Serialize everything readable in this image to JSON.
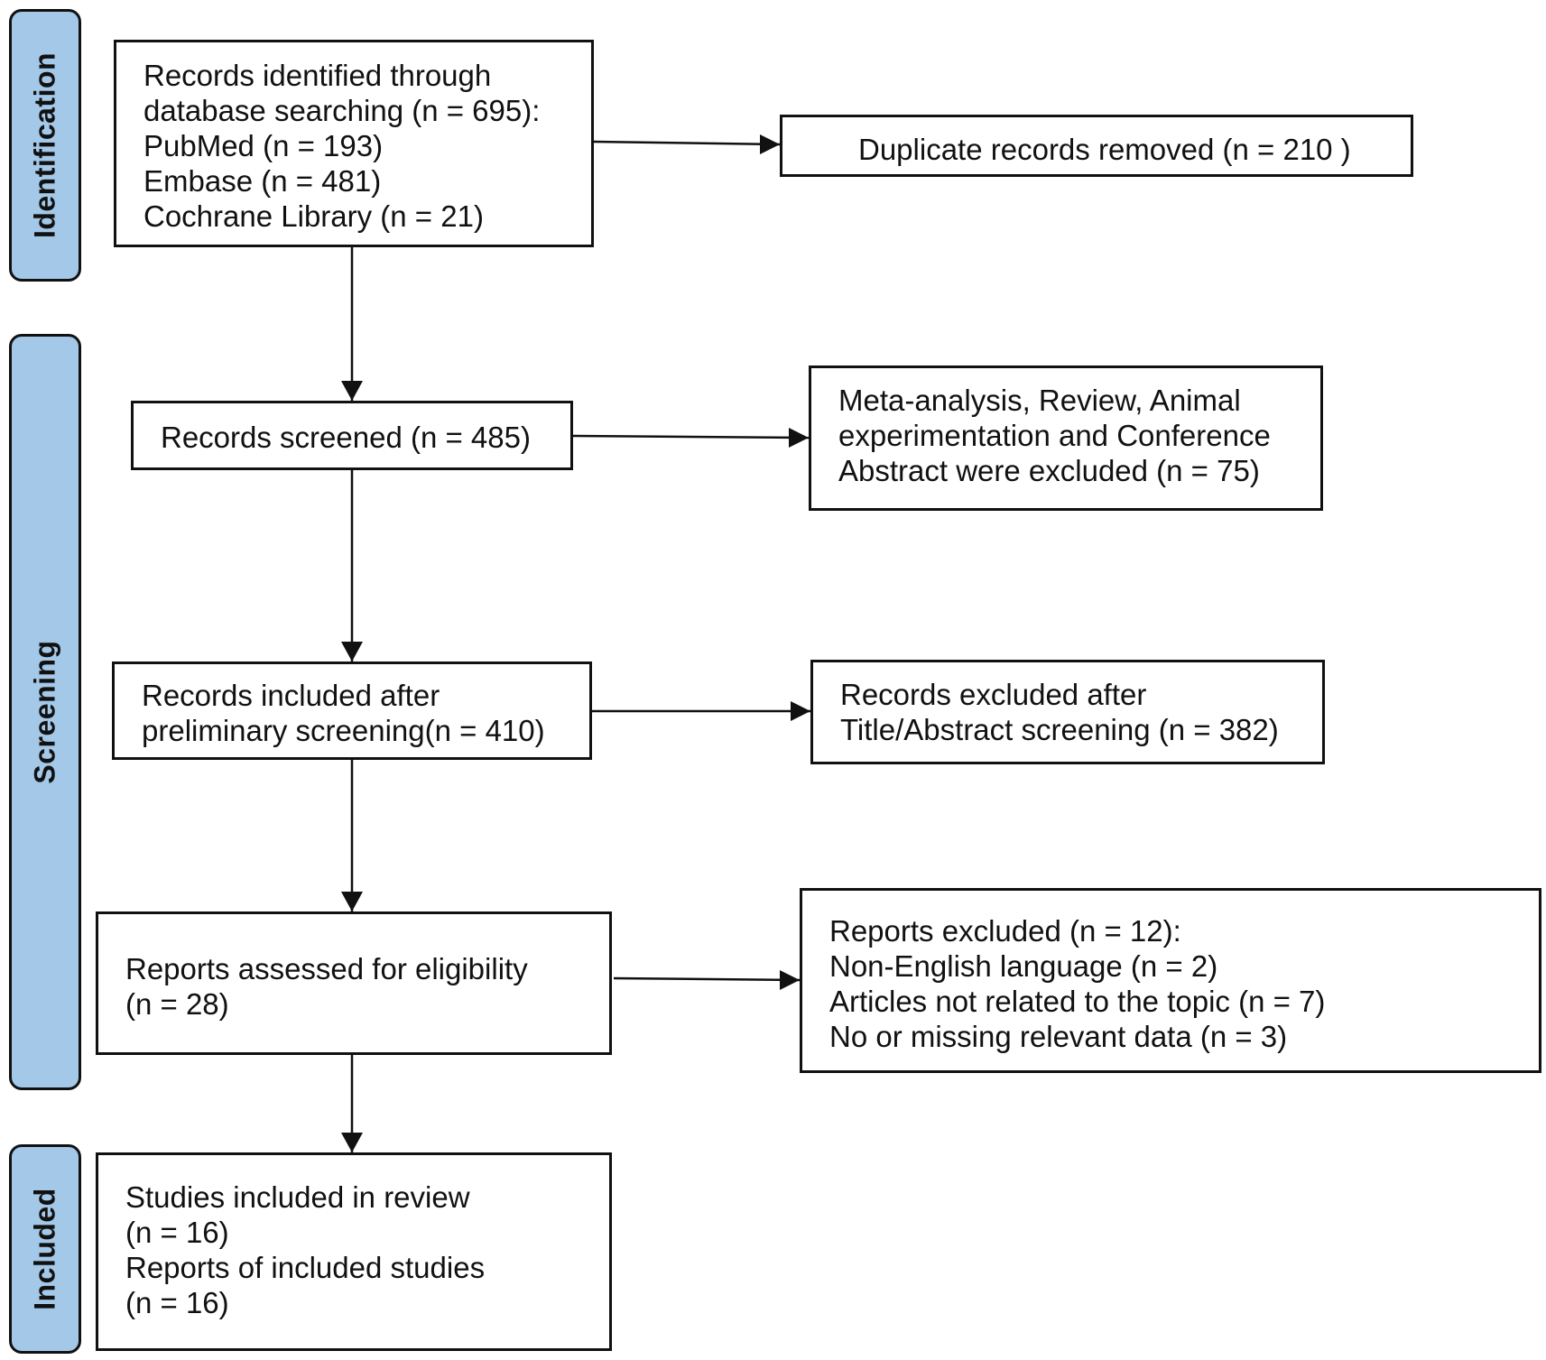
{
  "phases": {
    "identification": "Identification",
    "screening": "Screening",
    "included": "Included"
  },
  "boxes": {
    "identified": [
      "Records identified through",
      "database searching  (n = 695):",
      "PubMed  (n = 193)",
      "Embase  (n =  481)",
      "Cochrane Library (n =  21)"
    ],
    "duplicates": [
      "Duplicate records removed  (n = 210 )"
    ],
    "screened": [
      "Records screened (n = 485)"
    ],
    "excluded_types": [
      "Meta-analysis, Review, Animal",
      "experimentation and Conference",
      "Abstract were excluded (n = 75)"
    ],
    "preliminary": [
      "Records included after",
      "preliminary screening(n = 410)"
    ],
    "excluded_title": [
      "Records excluded after",
      "Title/Abstract screening (n = 382)"
    ],
    "assessed": [
      "Reports assessed for eligibility",
      "(n = 28)"
    ],
    "reports_excluded": [
      "Reports excluded (n = 12):",
      "Non-English language (n = 2)",
      "Articles not related to the topic (n = 7)",
      "No or missing relevant data (n = 3)"
    ],
    "included": [
      "Studies included in review",
      "(n = 16)",
      "Reports of included studies",
      "(n = 16)"
    ]
  },
  "colors": {
    "phase_fill": "#a4c8e8",
    "stroke": "#111111"
  }
}
